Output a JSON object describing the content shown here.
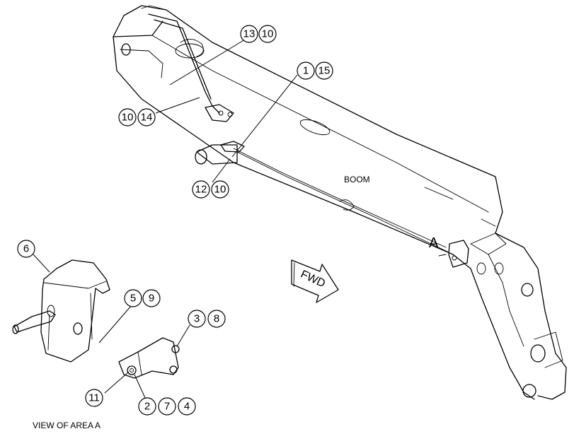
{
  "labels": {
    "boom": "BOOM",
    "area_marker": "A",
    "fwd": "FWD",
    "view_caption": "VIEW OF AREA A"
  },
  "callouts": {
    "c13": "13",
    "c10a": "10",
    "c1": "1",
    "c15": "15",
    "c10b": "10",
    "c14": "14",
    "c12": "12",
    "c10c": "10",
    "c6": "6",
    "c5": "5",
    "c9": "9",
    "c3": "3",
    "c8": "8",
    "c11": "11",
    "c2": "2",
    "c7": "7",
    "c4": "4"
  }
}
